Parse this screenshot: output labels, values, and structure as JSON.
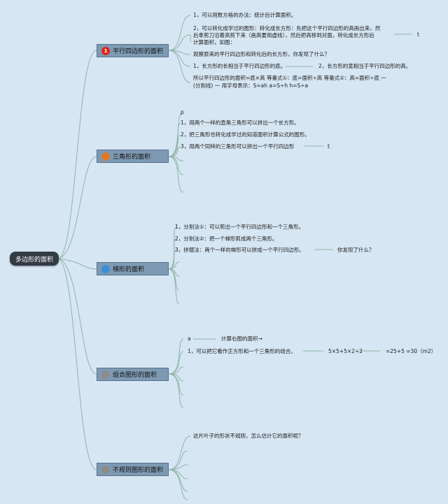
{
  "root": "多边形的面积",
  "colors": {
    "link": "#8fb5a6",
    "b1": "#e0261d",
    "b2": "#e0782a",
    "b3": "#3b8fd6",
    "b4": "#8c8c8c",
    "b5": "#8c8c8c"
  },
  "b1": {
    "label": "平行四边形的面积",
    "badge": "1",
    "n1": "1，可以用数方格的办法：统计后计算面积。",
    "n2a": "2，可以转化成学过的图形：转化成长方形：先把这个平行四边形的高画出来，然",
    "n2b": "后拿剪刀沿着高剪下来（画高要用虚线），然后把高移到对面，转化成长方形后",
    "n2c": "计算面积，如图：",
    "n2t": "t",
    "n3": "观察原来的平行四边形和转化后的长方形，你发现了什么？",
    "n4a": "1，长方形的长相当于平行四边形的底。",
    "n4b": "2，长方形的宽相当于平行四边形的高。",
    "n5a": "所以平行四边形的面积=底×高 等量式①：底=面积÷高 等量式②：高=面积÷底 一",
    "n5b": "(分割线) 一 用字母表示：S=ah a=S÷h h=S÷a"
  },
  "b2": {
    "label": "三角形的面积",
    "p": "p",
    "n1": "1，用两个一样的直角三角形可以拼出一个长方形。",
    "n2": "2，把三角形也转化成学过的知道面积计算公式的图形。",
    "n3": "3，用两个同样的三角形可以拼出一个平行四边形",
    "t": "t"
  },
  "b3": {
    "label": "梯形的面积",
    "n1": "1，分割法①：可以剪出一个平行四边形和一个三角形。",
    "n2": "2，分割法②：把一个梯形剪成两个三角形。",
    "n3": "3，拼摆法：两个一样的梯形可以拼成一个平行四边形。",
    "q": "你发现了什么？"
  },
  "b4": {
    "label": "组合图形的面积",
    "a": "a",
    "calc": "计算右图的面积→",
    "n1": "1，可以把它看作正方形和一个三角形的组合。",
    "e1": "5×5+5×2÷2",
    "e2": "=25+5 =30（m2）"
  },
  "b5": {
    "label": "不规则图形的面积",
    "n1": "这片叶子的形状不规则，怎么估计它的面积呢？"
  }
}
